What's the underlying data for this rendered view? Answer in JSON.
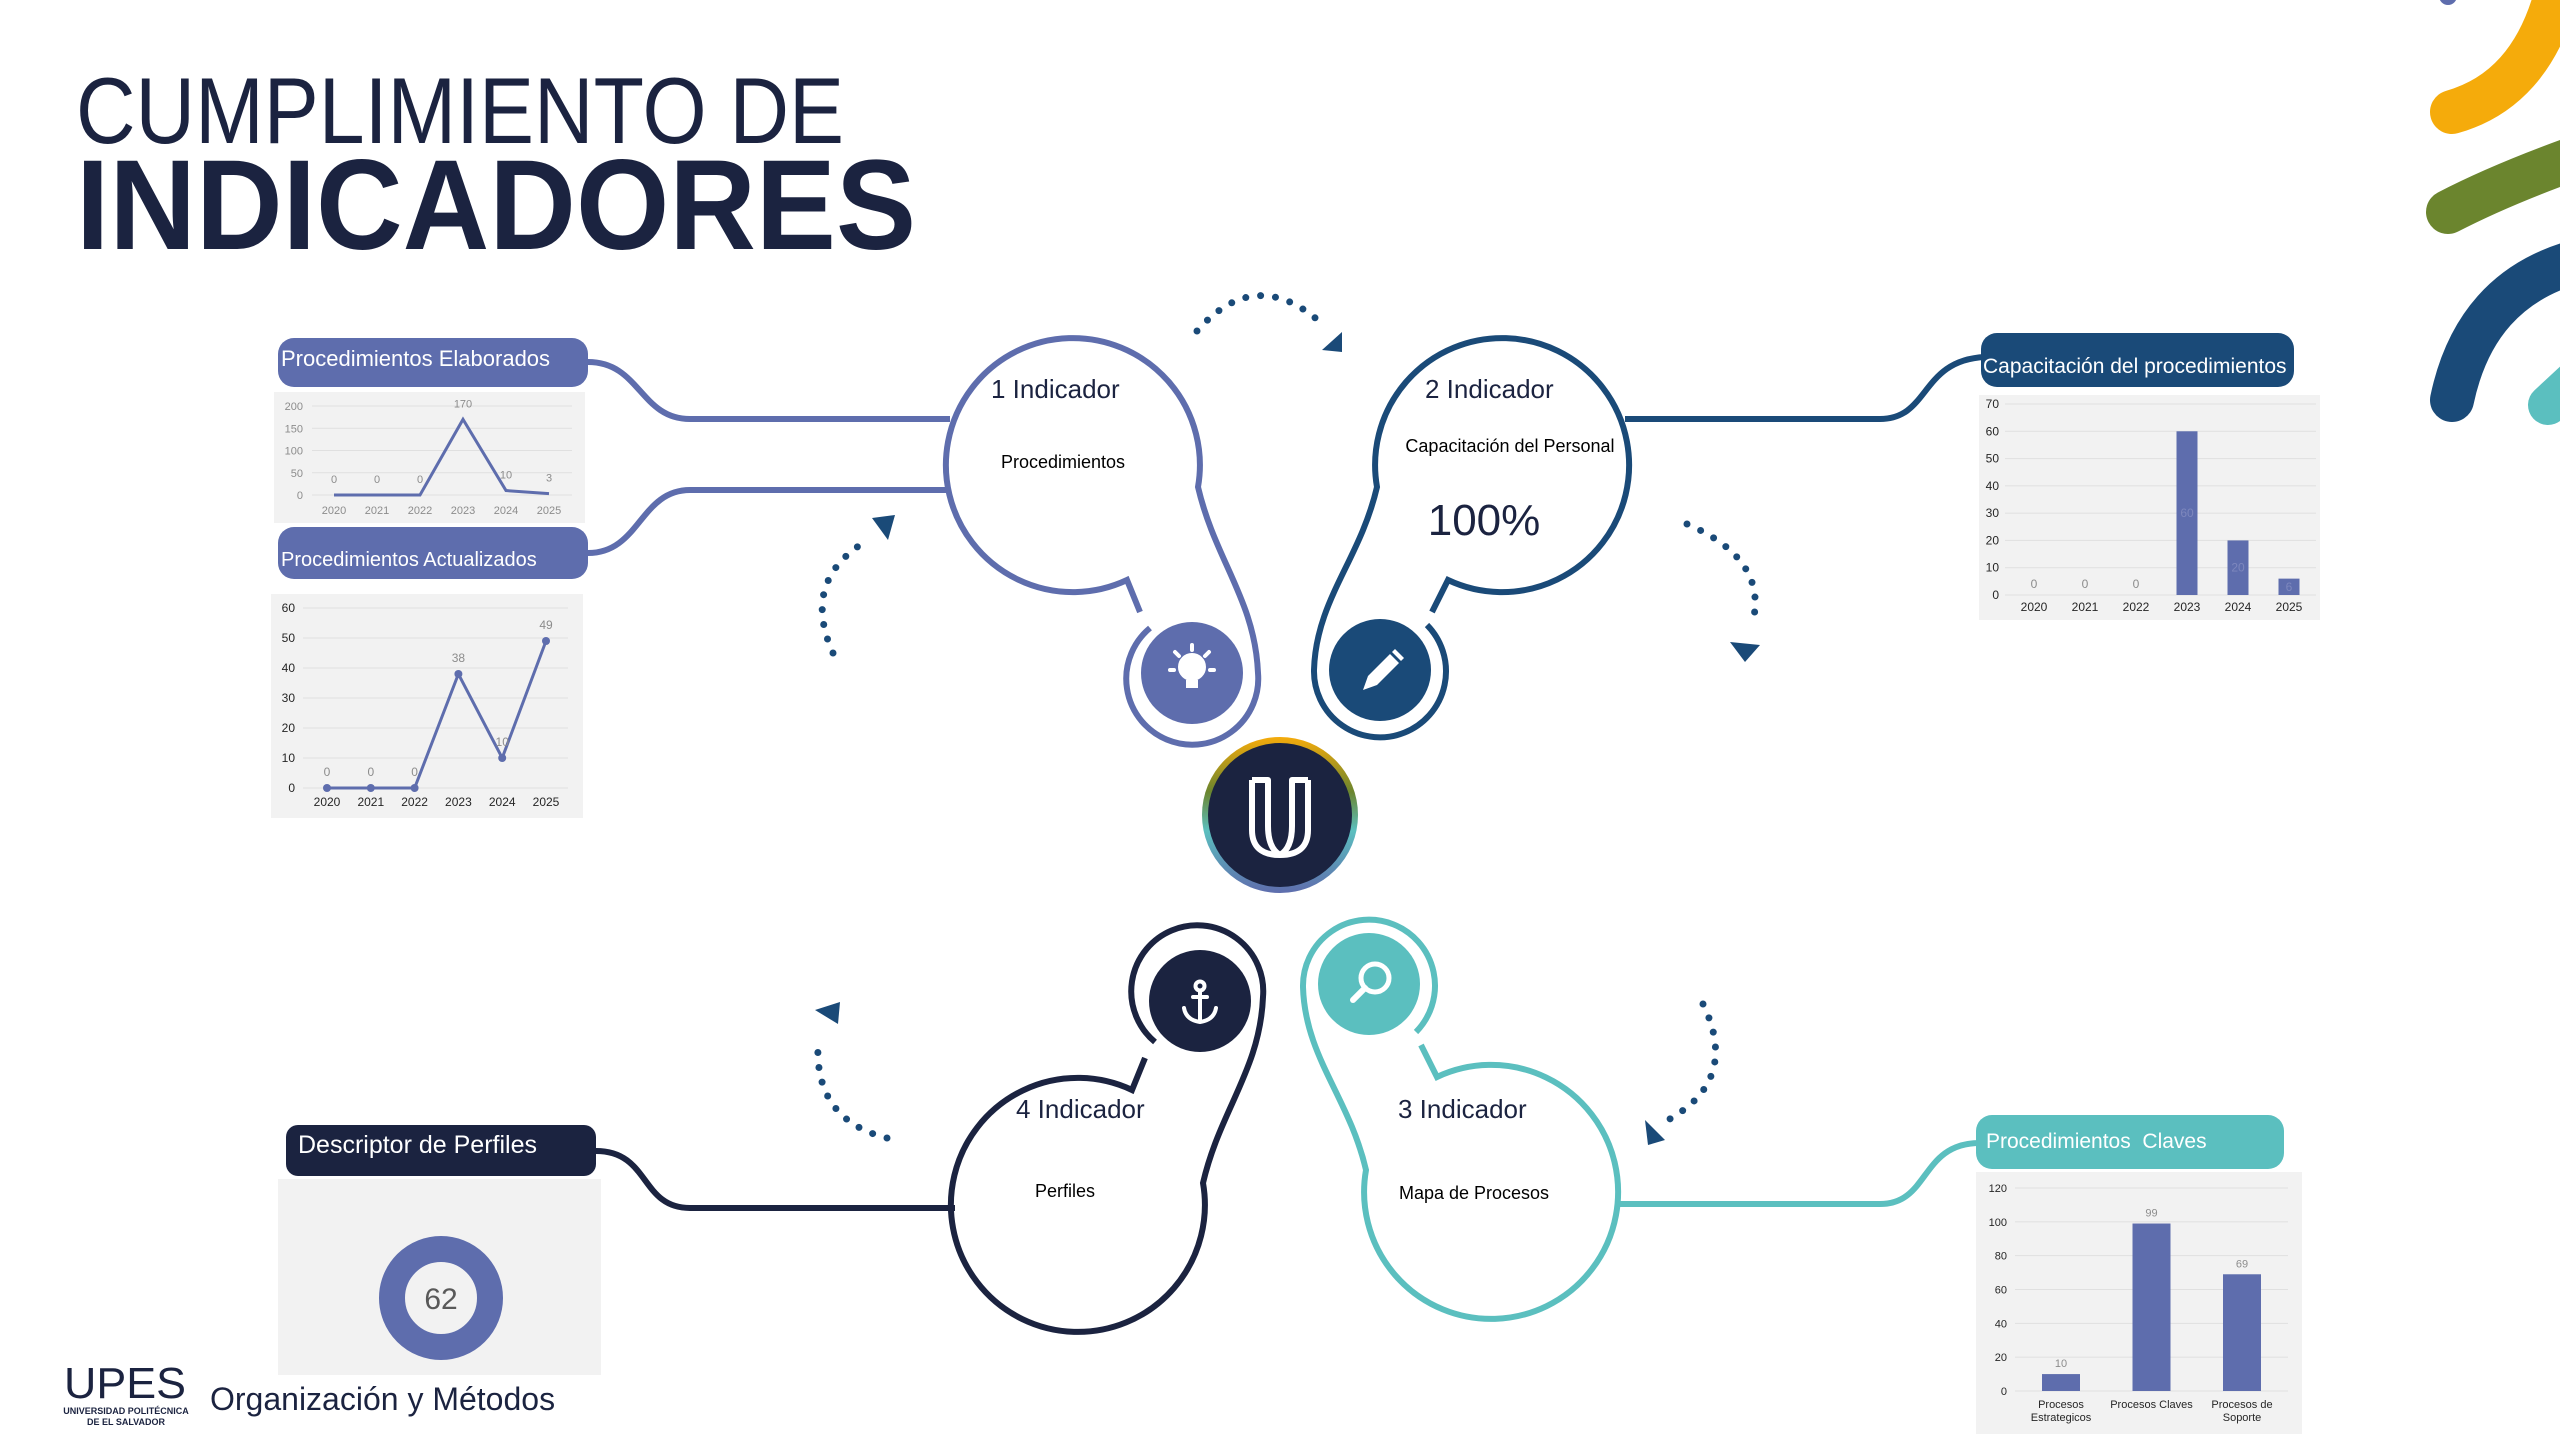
{
  "title": {
    "line1": "CUMPLIMIENTO DE",
    "line2": "INDICADORES"
  },
  "indicators": [
    {
      "number": "1 Indicador",
      "name": "Procedimientos",
      "icon": "lightbulb-icon"
    },
    {
      "number": "2 Indicador",
      "name": "Capacitación del Personal",
      "value": "100%",
      "icon": "pencil-icon"
    },
    {
      "number": "3 Indicador",
      "name": "Mapa de Procesos",
      "icon": "magnifier-icon"
    },
    {
      "number": "4 Indicador",
      "name": "Perfiles",
      "icon": "anchor-icon"
    }
  ],
  "footer": {
    "logo_text": "UPES",
    "university_line1": "UNIVERSIDAD POLITÉCNICA",
    "university_line2": "DE EL SALVADOR",
    "subtitle": "Organización y Métodos"
  },
  "colors": {
    "purple": "#5e6dad",
    "navy": "#1a4a78",
    "dark": "#1b2340",
    "teal": "#5bbfbf",
    "yellow": "#f5ab0b",
    "green": "#6b852e"
  },
  "chart_data": [
    {
      "type": "line",
      "title": "Procedimientos Elaborados",
      "categories": [
        "2020",
        "2021",
        "2022",
        "2023",
        "2024",
        "2025"
      ],
      "values": [
        0,
        0,
        0,
        170,
        10,
        3
      ],
      "ylim": [
        0,
        200
      ],
      "yticks": [
        "0",
        "50",
        "100",
        "150",
        "200"
      ]
    },
    {
      "type": "line",
      "title": "Procedimientos Actualizados",
      "categories": [
        "2020",
        "2021",
        "2022",
        "2023",
        "2024",
        "2025"
      ],
      "values": [
        0,
        0,
        0,
        38,
        10,
        49
      ],
      "ylim": [
        0,
        60
      ],
      "yticks": [
        "0",
        "10",
        "20",
        "30",
        "40",
        "50",
        "60"
      ]
    },
    {
      "type": "bar",
      "title": "Capacitación del procedimientos",
      "categories": [
        "2020",
        "2021",
        "2022",
        "2023",
        "2024",
        "2025"
      ],
      "values": [
        0,
        0,
        0,
        60,
        20,
        6
      ],
      "ylim": [
        0,
        70
      ],
      "yticks": [
        "0",
        "10",
        "20",
        "30",
        "40",
        "50",
        "60",
        "70"
      ]
    },
    {
      "type": "bar",
      "title": "Procedimientos  Claves",
      "categories": [
        [
          "Procesos",
          "Estrategicos"
        ],
        [
          "Procesos Claves"
        ],
        [
          "Procesos de",
          "Soporte"
        ]
      ],
      "values": [
        10,
        99,
        69
      ],
      "ylim": [
        0,
        120
      ],
      "yticks": [
        "0",
        "20",
        "40",
        "60",
        "80",
        "100",
        "120"
      ]
    },
    {
      "type": "pie",
      "title": "Descriptor de Perfiles",
      "value": 62
    }
  ]
}
